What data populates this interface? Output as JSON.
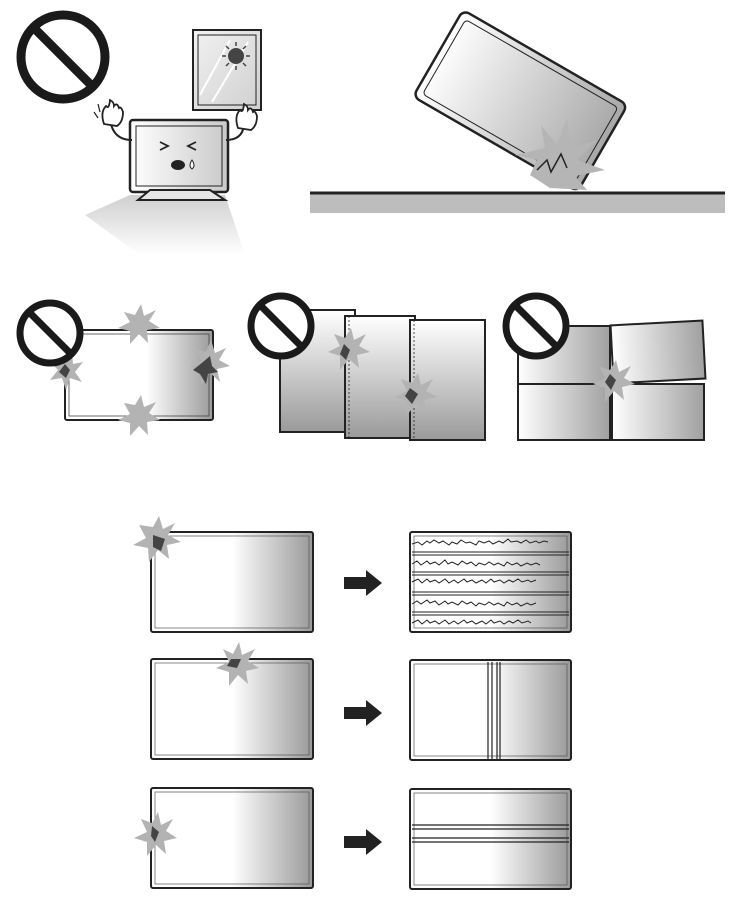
{
  "colors": {
    "ink": "#222222",
    "prohibit": "#1a1a1a",
    "floor": "#bdbdbd",
    "panel_light": "#ffffff",
    "panel_dark": "#9a9a9a",
    "burst": "#b8b8b8"
  },
  "icons": {
    "prohibit": "prohibit-icon",
    "impact": "impact-burst-icon",
    "arrow": "arrow-right-icon",
    "sun": "sun-icon"
  },
  "scenes": {
    "sunlight": "no-direct-sunlight",
    "drop": "panel-corner-drop",
    "edge_impact": "no-edge-impact",
    "overlap": "no-overlapping-panels",
    "stack": "no-stacked-panels"
  },
  "damage_results": [
    "horizontal-noise-lines",
    "vertical-lines",
    "horizontal-lines"
  ]
}
